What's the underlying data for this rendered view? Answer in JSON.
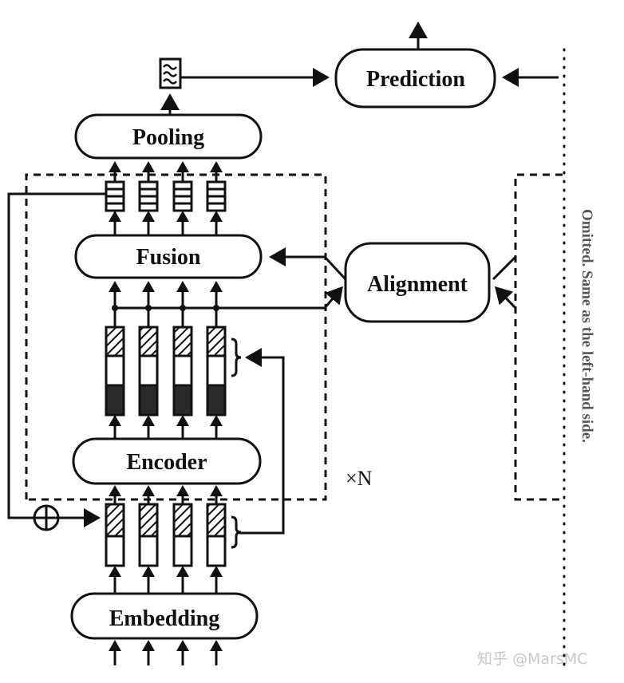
{
  "diagram": {
    "modules": {
      "prediction": "Prediction",
      "pooling": "Pooling",
      "fusion": "Fusion",
      "alignment": "Alignment",
      "encoder": "Encoder",
      "embedding": "Embedding"
    },
    "repeat_label": "×N",
    "side_note": "Omitted. Same as the left-hand side.",
    "token_columns": 4,
    "add_op_symbol": "⊕",
    "icons": {
      "pooled_vector": "wave-vector-icon",
      "fused_vector": "striped-vector-icon",
      "encoded_vector": "hatched-white-dark-vector-icon",
      "embedded_vector": "hatched-white-vector-icon"
    }
  },
  "watermark": "知乎 @MarsMC"
}
